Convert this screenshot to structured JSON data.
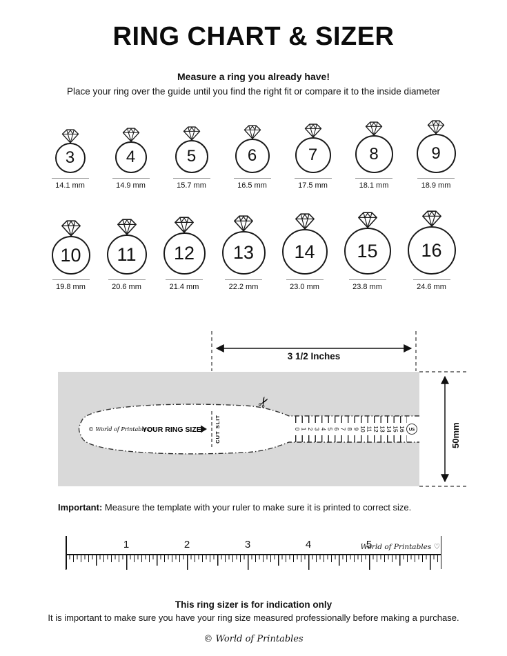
{
  "page": {
    "title": "RING CHART & SIZER",
    "subtitle": "Measure a ring you already have!",
    "description": "Place your ring over the guide until you find the right fit or compare it to the inside diameter"
  },
  "ring_chart": {
    "rows": [
      {
        "items": [
          {
            "size": "3",
            "diameter": "14.1 mm"
          },
          {
            "size": "4",
            "diameter": "14.9 mm"
          },
          {
            "size": "5",
            "diameter": "15.7 mm"
          },
          {
            "size": "6",
            "diameter": "16.5 mm"
          },
          {
            "size": "7",
            "diameter": "17.5 mm"
          },
          {
            "size": "8",
            "diameter": "18.1 mm"
          },
          {
            "size": "9",
            "diameter": "18.9 mm"
          }
        ]
      },
      {
        "items": [
          {
            "size": "10",
            "diameter": "19.8 mm"
          },
          {
            "size": "11",
            "diameter": "20.6 mm"
          },
          {
            "size": "12",
            "diameter": "21.4 mm"
          },
          {
            "size": "13",
            "diameter": "22.2 mm"
          },
          {
            "size": "14",
            "diameter": "23.0 mm"
          },
          {
            "size": "15",
            "diameter": "23.8 mm"
          },
          {
            "size": "16",
            "diameter": "24.6 mm"
          }
        ]
      }
    ]
  },
  "sizer": {
    "width_label": "3 1/2 Inches",
    "height_label": "50mm",
    "brand": "© World of Printables ♡",
    "ring_size_label": "YOUR RING SIZE",
    "cut_slit_label": "CUT SLIT",
    "unit_badge": "US",
    "scissors_icon": "✂",
    "scale_numbers": [
      "0",
      "1",
      "2",
      "3",
      "4",
      "5",
      "6",
      "7",
      "8",
      "9",
      "10",
      "11",
      "12",
      "13",
      "14",
      "15",
      "16"
    ]
  },
  "important": {
    "label": "Important:",
    "text": "Measure the template with your ruler to make sure it is printed to correct size."
  },
  "ruler": {
    "numbers": [
      "1",
      "2",
      "3",
      "4",
      "5"
    ],
    "brand": "World of Printables ♡"
  },
  "footer": {
    "bold_line": "This ring sizer is for indication only",
    "text_line": "It is important to make sure you have your ring size measured professionally before making a purchase.",
    "brand": "© World of Printables"
  }
}
